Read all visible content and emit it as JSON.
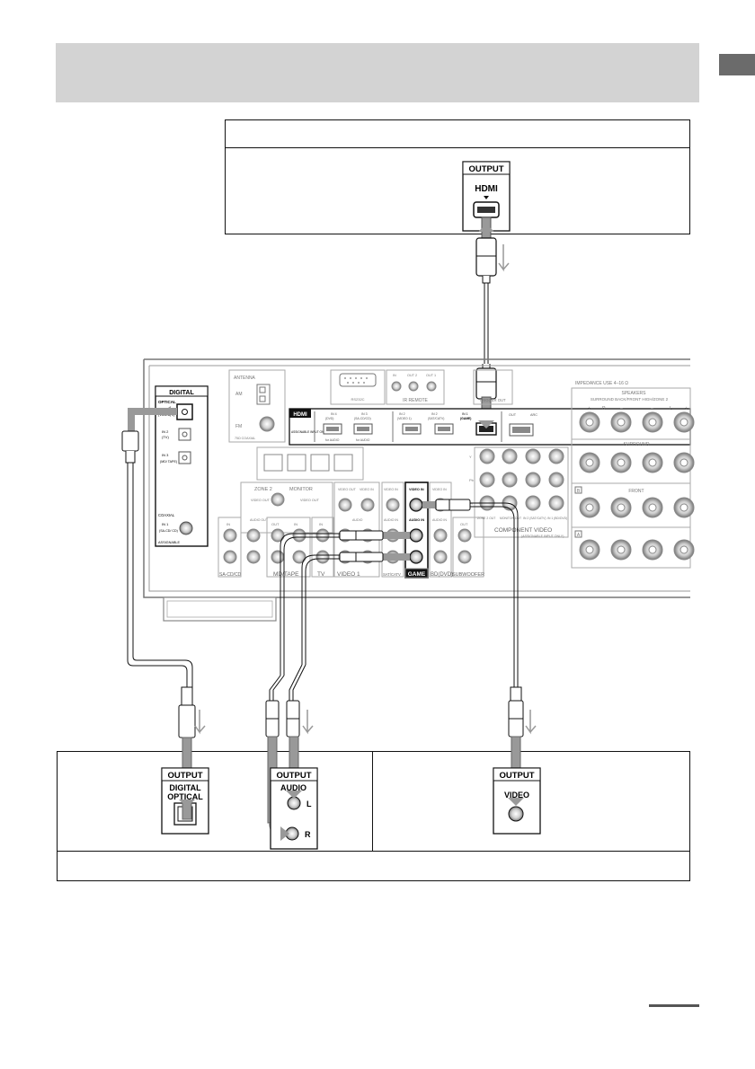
{
  "source_top": {
    "panel_heading": "OUTPUT",
    "port_label": "HDMI"
  },
  "receiver": {
    "digital": {
      "title": "DIGITAL",
      "optical": "OPTICAL",
      "in_1": "IN 1",
      "in_1_sub": "(VIDEO 1)",
      "in_2": "IN 2",
      "in_2_sub": "(TV)",
      "in_3": "IN 3",
      "in_3_sub": "(MD/ TAPE)",
      "coaxial": "COAXIAL",
      "coaxial_in": "IN 1",
      "coaxial_sub": "(SA-CD/ CD)",
      "assignable": "ASSIGNABLE"
    },
    "antenna": {
      "title": "ANTENNA",
      "am": "AM",
      "fm": "FM",
      "fm_sub": "75Ω COAXIAL"
    },
    "rs232c": "RS232C",
    "ir_remote": {
      "title": "IR REMOTE",
      "in": "IN",
      "out2": "OUT 2",
      "out1": "OUT 1"
    },
    "trigger_out": "TRIGGER OUT",
    "hdmi": {
      "title": "HDMI",
      "assignable": "ASSIGNABLE INPUT ONLY",
      "in4": "IN 4",
      "in4_sub": "(DVD)",
      "in4_audio": "for AUDIO",
      "in3": "IN 3",
      "in3_sub": "(SA-CD/CD)",
      "in3_audio": "for AUDIO",
      "in2": "IN 2",
      "in2_sub": "(VIDEO 1)",
      "in2b": "IN 2",
      "in2b_sub": "(SAT/CATV)",
      "in1": "IN 1",
      "in1_sub": "(GAME)",
      "out": "OUT",
      "arc": "ARC"
    },
    "zone2": {
      "title": "ZONE 2",
      "video_out": "VIDEO OUT",
      "audio_out": "AUDIO OUT"
    },
    "monitor": {
      "title": "MONITOR",
      "video_out": "VIDEO OUT"
    },
    "video1": {
      "video_out": "VIDEO OUT",
      "video_in": "VIDEO IN",
      "audio": "AUDIO",
      "label": "VIDEO 1"
    },
    "sat_catv": {
      "video_in": "VIDEO IN",
      "audio_in": "AUDIO IN",
      "label": "SAT/CATV"
    },
    "game": {
      "video_in": "VIDEO IN",
      "audio_in": "AUDIO IN",
      "label": "GAME"
    },
    "bd": {
      "video_in": "VIDEO IN",
      "audio_in": "AUDIO IN",
      "label": "BD(DVD)"
    },
    "subwoofer": {
      "out": "OUT",
      "label": "SUBWOOFER"
    },
    "md_tape": {
      "out": "OUT",
      "in": "IN",
      "label": "MD/TAPE"
    },
    "tv": {
      "in": "IN",
      "label": "TV"
    },
    "sacd": {
      "in": "IN",
      "label": "SA-CD/CD"
    },
    "component": {
      "title": "COMPONENT VIDEO",
      "sub": "(ASSIGNABLE INPUT ONLY)",
      "y": "Y",
      "pb": "Pb",
      "pr": "Pr",
      "zone2_out": "ZONE 2 OUT",
      "monitor_out": "MONITOR OUT",
      "in2": "IN 2 (SAT/CATV)",
      "in1": "IN 1 (BD/DVD)"
    },
    "speakers": {
      "impedance": "IMPEDANCE USE 4–16 Ω",
      "title": "SPEAKERS",
      "surround_back": "SURROUND BACK/FRONT HIGH/ZONE 2",
      "surround": "SURROUND",
      "front": "FRONT",
      "r": "R",
      "l": "L",
      "plus": "+",
      "minus": "–",
      "b": "B",
      "a": "A"
    }
  },
  "bottom": {
    "optical": {
      "heading": "OUTPUT",
      "line1": "DIGITAL",
      "line2": "OPTICAL"
    },
    "audio": {
      "heading": "OUTPUT",
      "label": "AUDIO",
      "l": "L",
      "r": "R"
    },
    "video": {
      "heading": "OUTPUT",
      "label": "VIDEO"
    }
  }
}
